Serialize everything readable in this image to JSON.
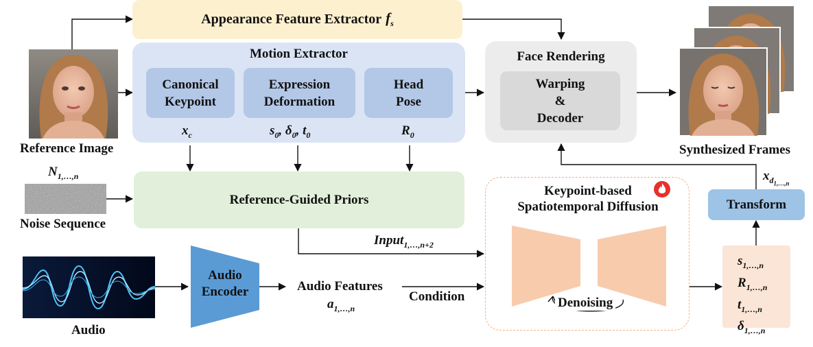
{
  "appearance": {
    "label": "Appearance Feature Extractor",
    "symbol": "f",
    "sub": "s"
  },
  "motion": {
    "title": "Motion Extractor",
    "boxes": [
      {
        "line1": "Canonical",
        "line2": "Keypoint"
      },
      {
        "line1": "Expression",
        "line2": "Deformation"
      },
      {
        "line1": "Head",
        "line2": "Pose"
      }
    ],
    "outputs": {
      "xc": {
        "sym": "x",
        "sub": "c"
      },
      "s0": {
        "s": "s",
        "d": "δ",
        "t": "t",
        "sub": "0"
      },
      "R0": {
        "sym": "R",
        "sub": "0"
      }
    }
  },
  "reference": {
    "label": "Reference Image"
  },
  "noise": {
    "label": "Noise Sequence",
    "sym": "N",
    "sub": "1,…,n"
  },
  "priors": {
    "label": "Reference-Guided Priors"
  },
  "face_rendering": {
    "title": "Face Rendering",
    "line1": "Warping",
    "line2": "&",
    "line3": "Decoder"
  },
  "synth": {
    "label": "Synthesized Frames"
  },
  "diffusion": {
    "line1": "Keypoint-based",
    "line2": "Spatiotemporal Diffusion",
    "denoising": "Denoising"
  },
  "input_label": {
    "sym": "Input",
    "sub": "1,…,n+2"
  },
  "audio": {
    "label": "Audio"
  },
  "audio_encoder": {
    "line1": "Audio",
    "line2": "Encoder"
  },
  "audio_features": {
    "label": "Audio Features",
    "sym": "a",
    "sub": "1,…,n"
  },
  "condition": {
    "label": "Condition"
  },
  "transform": {
    "label": "Transform"
  },
  "xd": {
    "sym": "x",
    "sub": "d",
    "subsub": "1,…,n"
  },
  "params": [
    {
      "sym": "s",
      "sub": "1,…,n"
    },
    {
      "sym": "R",
      "sub": "1,…,n"
    },
    {
      "sym": "t",
      "sub": "1,…,n"
    },
    {
      "sym": "δ",
      "sub": "1,…,n"
    }
  ],
  "colors": {
    "appearance": "#fdf0cf",
    "motion": "#dbe4f4",
    "motion_inner": "#b3c7e6",
    "priors": "#e2efda",
    "rendering": "#ececec",
    "rendering_inner": "#d9d9d9",
    "encoder": "#5b9bd5",
    "transform": "#9dc3e6",
    "diffusion": "#f8cbad",
    "params": "#fbe5d6",
    "fire": "#e8302a"
  }
}
